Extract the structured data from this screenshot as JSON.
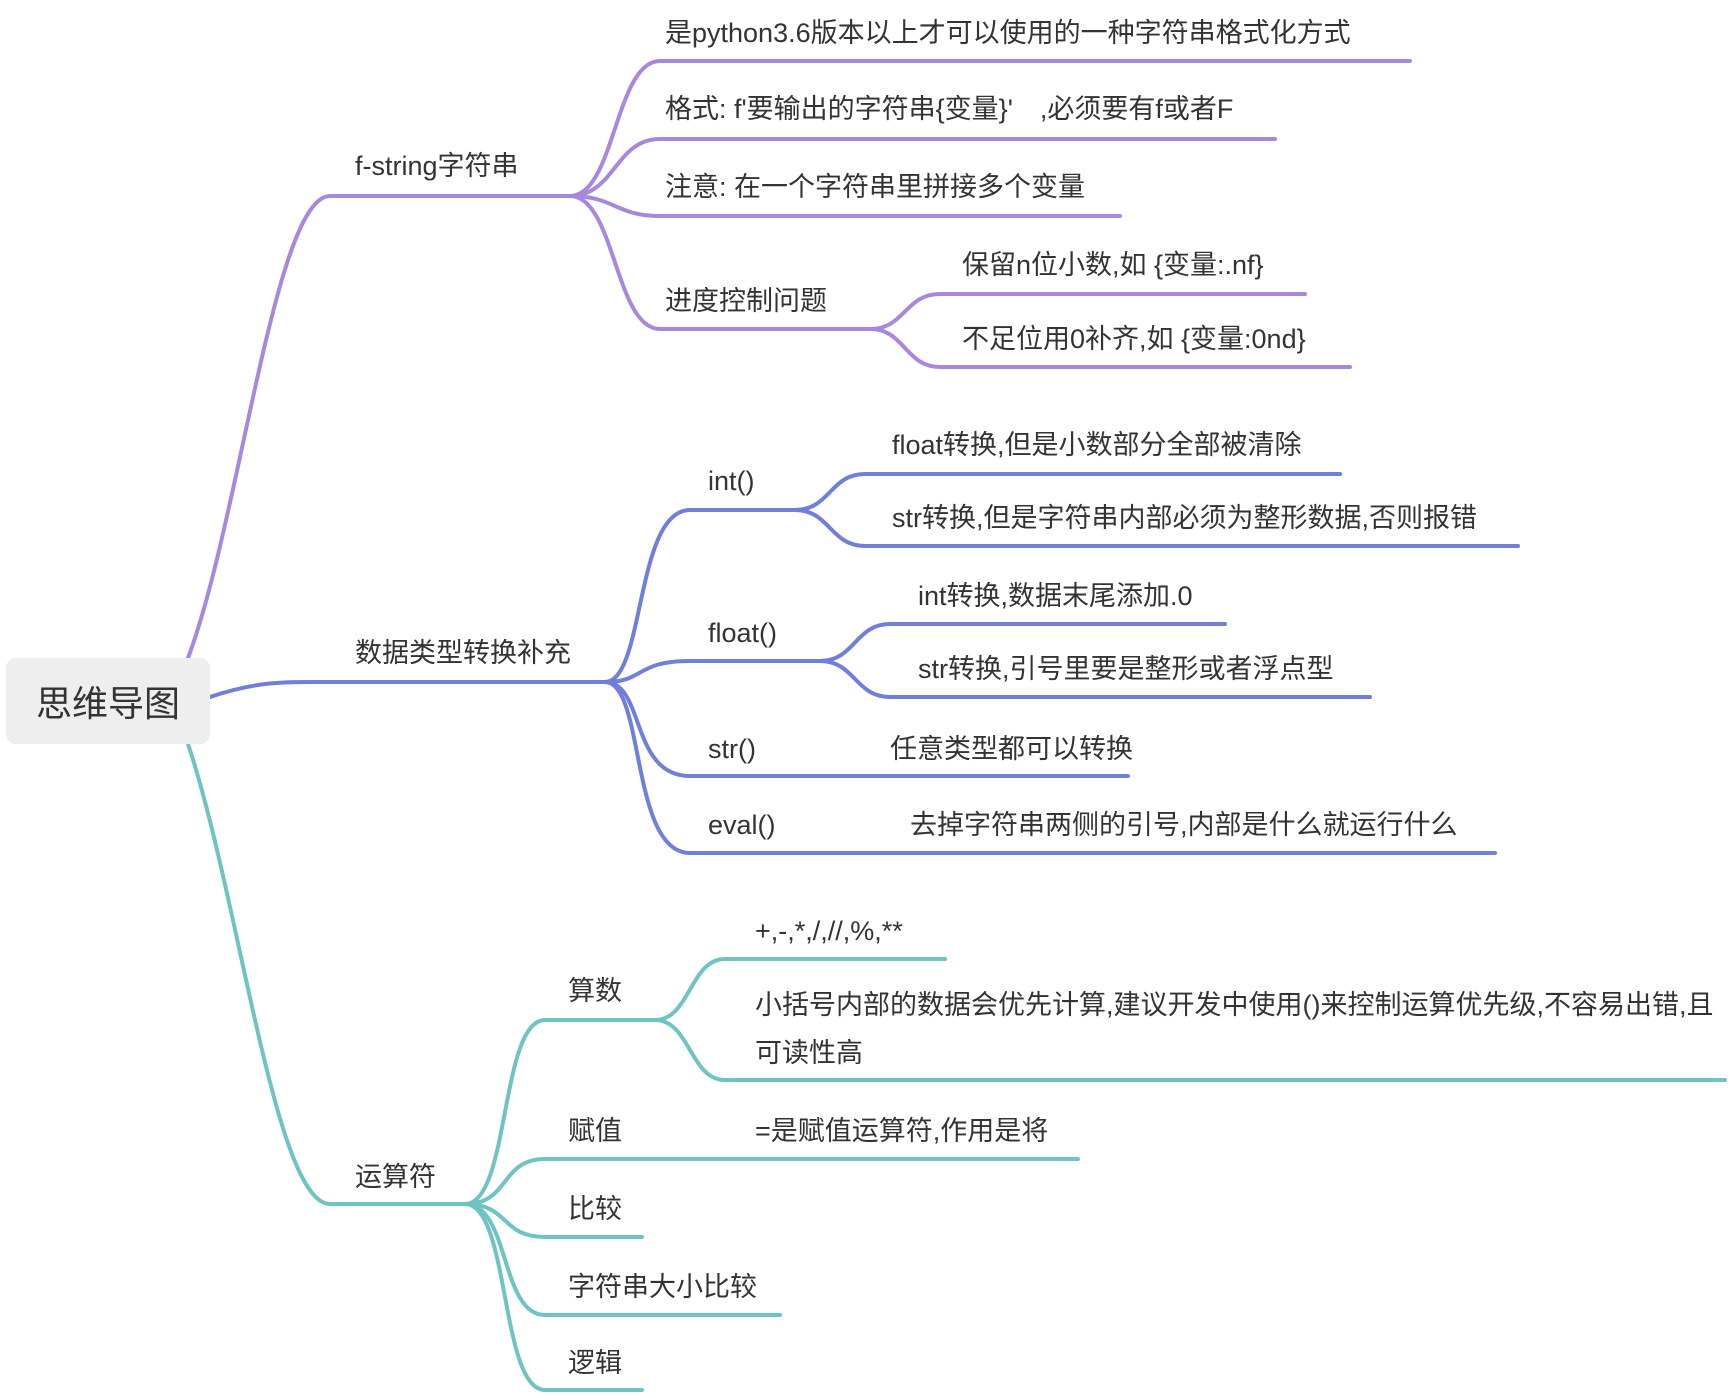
{
  "root": "思维导图",
  "colors": {
    "purple": "#a987df",
    "blue": "#6f7fdb",
    "teal": "#6fc3c2",
    "root_bg": "#eeeeee",
    "text": "#333333"
  },
  "fstring": {
    "label": "f-string字符串",
    "items": [
      "是python3.6版本以上才可以使用的一种字符串格式化方式",
      "格式: f'要输出的字符串{变量}'　,必须要有f或者F",
      "注意: 在一个字符串里拼接多个变量"
    ],
    "progress": {
      "label": "进度控制问题",
      "items": [
        "保留n位小数,如 {变量:.nf}",
        "不足位用0补齐,如 {变量:0nd}"
      ]
    }
  },
  "conversion": {
    "label": "数据类型转换补充",
    "int": {
      "label": "int()",
      "items": [
        "float转换,但是小数部分全部被清除",
        "str转换,但是字符串内部必须为整形数据,否则报错"
      ]
    },
    "float": {
      "label": "float()",
      "items": [
        "int转换,数据末尾添加.0",
        "str转换,引号里要是整形或者浮点型"
      ]
    },
    "str": {
      "label": "str()",
      "desc": "任意类型都可以转换"
    },
    "eval": {
      "label": "eval()",
      "desc": "去掉字符串两侧的引号,内部是什么就运行什么"
    }
  },
  "operators": {
    "label": "运算符",
    "arith": {
      "label": "算数",
      "items": [
        "+,-,*,/,//,%,**",
        "小括号内部的数据会优先计算,建议开发中使用()来控制运算优先级,不容易出错,且可读性高"
      ]
    },
    "assign": {
      "label": "赋值",
      "desc": "=是赋值运算符,作用是将"
    },
    "compare": {
      "label": "比较"
    },
    "strcompare": {
      "label": "字符串大小比较"
    },
    "logic": {
      "label": "逻辑"
    }
  }
}
